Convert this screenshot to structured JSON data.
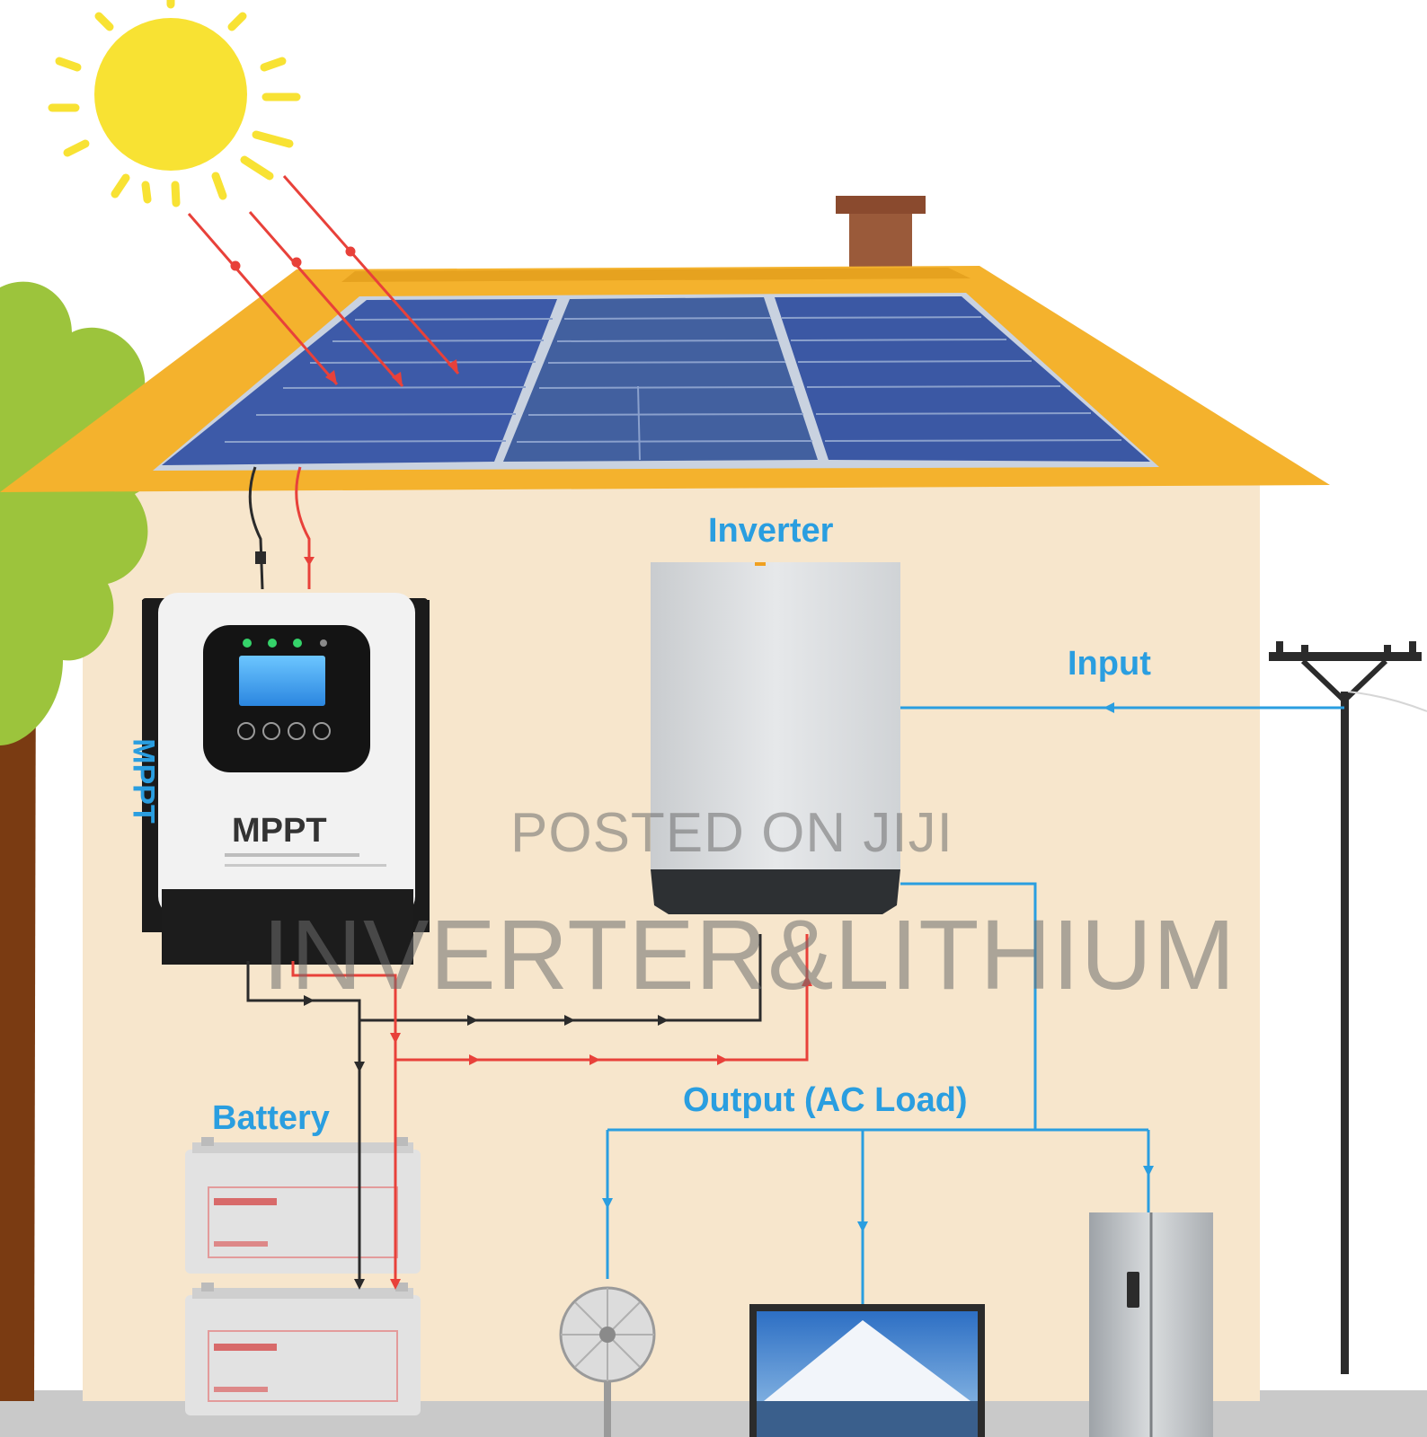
{
  "labels": {
    "inverter": "Inverter",
    "input": "Input",
    "battery": "Battery",
    "output": "Output (AC Load)",
    "mppt_side": "MPPT",
    "mppt_front": "MPPT"
  },
  "watermark": {
    "line1": "POSTED ON JIJI",
    "line2": "INVERTER&LITHIUM"
  },
  "colors": {
    "wire_dc_positive": "#e8413a",
    "wire_dc_negative": "#2b2b2b",
    "wire_ac": "#2a9ee0",
    "roof": "#f4b22d",
    "wall": "#f7e6cc",
    "sun": "#f8e233",
    "solar_panel": "#3d5aa8",
    "label_text": "#2a9ee0"
  },
  "icons": [
    "sun-icon",
    "tree-icon",
    "utility-pole-icon",
    "fan-icon",
    "tv-icon",
    "refrigerator-icon",
    "battery-icon",
    "mppt-controller-icon",
    "inverter-icon"
  ]
}
